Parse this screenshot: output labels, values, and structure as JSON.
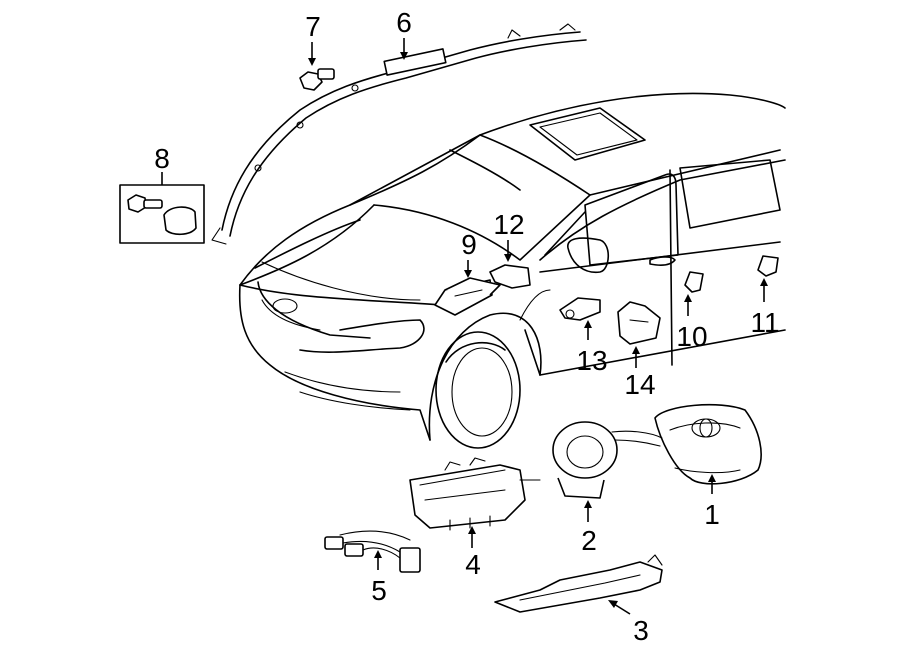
{
  "callouts": [
    {
      "id": "1",
      "text": "1",
      "part": "steering-wheel-airbag"
    },
    {
      "id": "2",
      "text": "2",
      "part": "clock-spring"
    },
    {
      "id": "3",
      "text": "3",
      "part": "knee-airbag"
    },
    {
      "id": "4",
      "text": "4",
      "part": "passenger-airbag"
    },
    {
      "id": "5",
      "text": "5",
      "part": "wire-harness"
    },
    {
      "id": "6",
      "text": "6",
      "part": "curtain-airbag"
    },
    {
      "id": "7",
      "text": "7",
      "part": "bolt"
    },
    {
      "id": "8",
      "text": "8",
      "part": "bolt-and-clip-kit"
    },
    {
      "id": "9",
      "text": "9",
      "part": "airbag-control-module"
    },
    {
      "id": "10",
      "text": "10",
      "part": "front-door-sensor"
    },
    {
      "id": "11",
      "text": "11",
      "part": "rear-door-sensor"
    },
    {
      "id": "12",
      "text": "12",
      "part": "module-bracket"
    },
    {
      "id": "13",
      "text": "13",
      "part": "impact-sensor"
    },
    {
      "id": "14",
      "text": "14",
      "part": "side-sensor-bracket"
    }
  ]
}
